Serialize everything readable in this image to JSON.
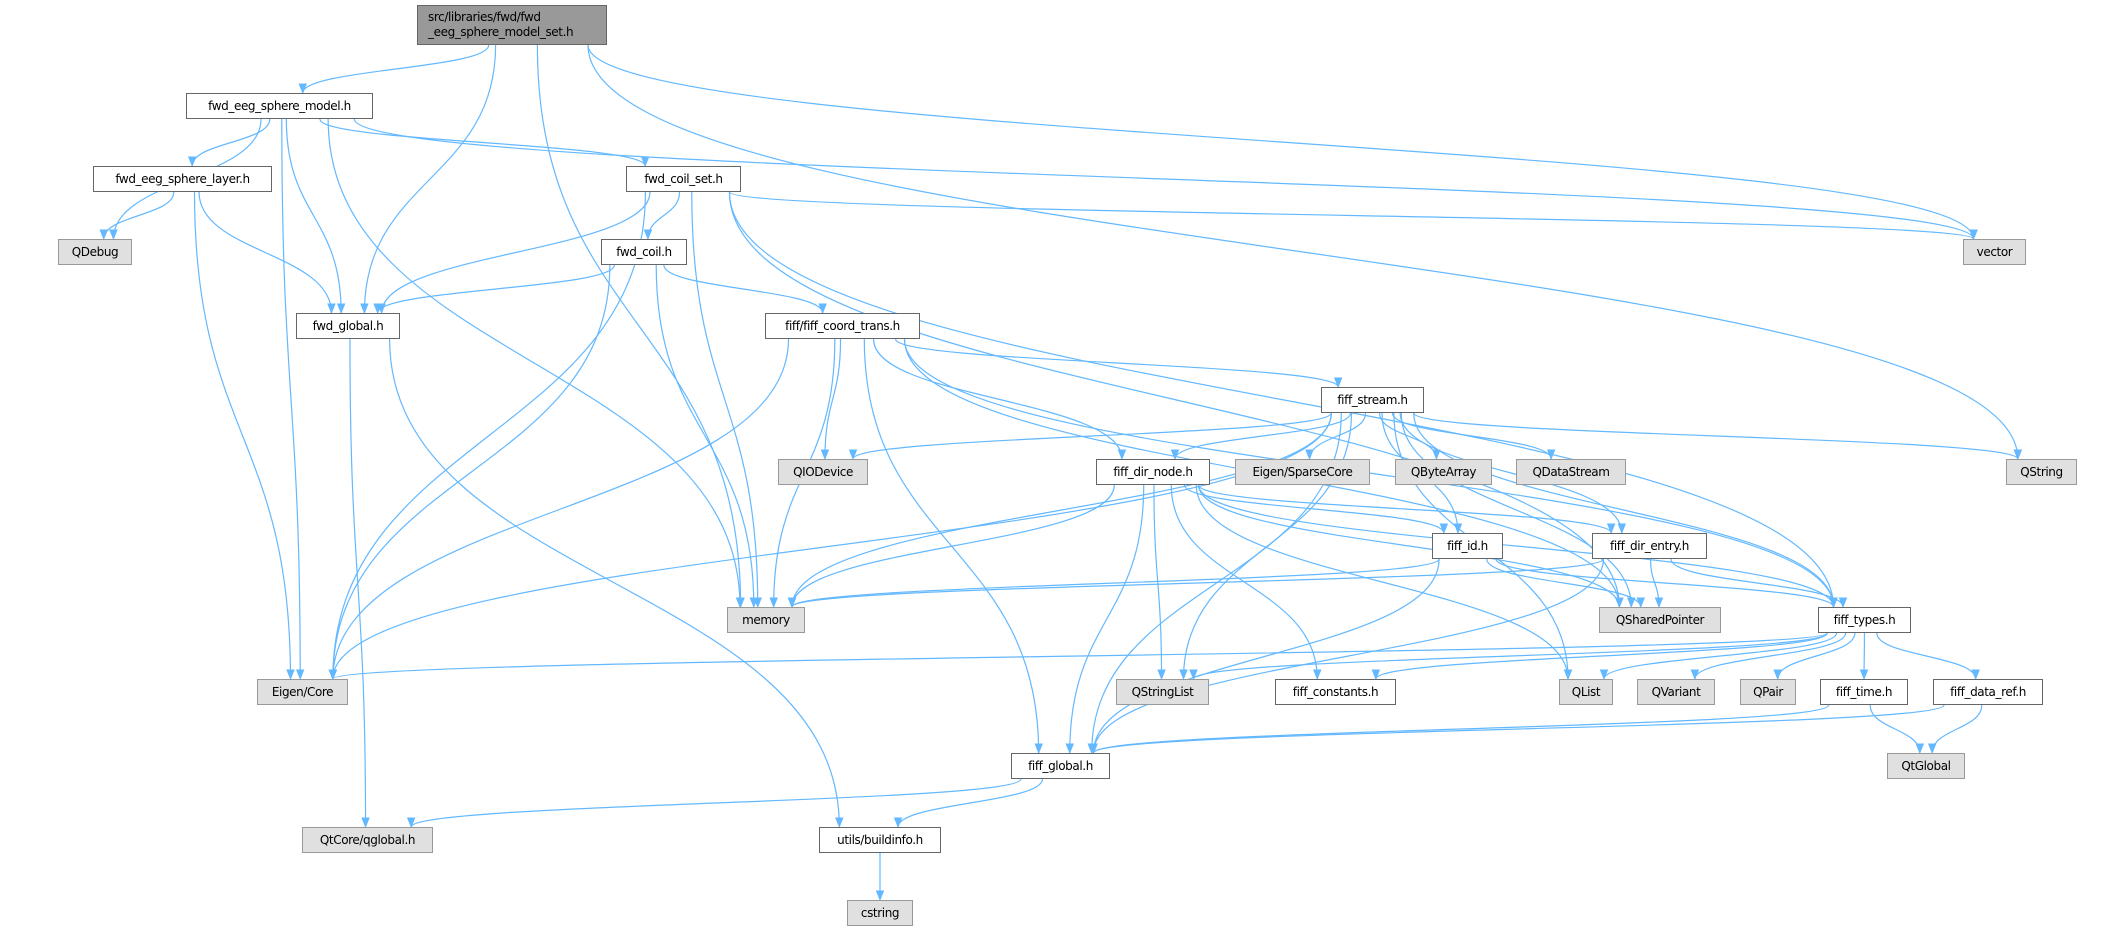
{
  "graph": {
    "edge_color": "#63b8ff",
    "nodes": {
      "root": {
        "label": "src/libraries/fwd/fwd\n_eeg_sphere_model_set.h",
        "kind": "root"
      },
      "model": {
        "label": "fwd_eeg_sphere_model.h",
        "kind": "file"
      },
      "layer": {
        "label": "fwd_eeg_sphere_layer.h",
        "kind": "file"
      },
      "coilset": {
        "label": "fwd_coil_set.h",
        "kind": "file"
      },
      "qdebug": {
        "label": "QDebug",
        "kind": "ext"
      },
      "coil": {
        "label": "fwd_coil.h",
        "kind": "file"
      },
      "fwdglobal": {
        "label": "fwd_global.h",
        "kind": "file"
      },
      "coordtrans": {
        "label": "fiff/fiff_coord_trans.h",
        "kind": "file"
      },
      "vector": {
        "label": "vector",
        "kind": "ext"
      },
      "stream": {
        "label": "fiff_stream.h",
        "kind": "file"
      },
      "qiodevice": {
        "label": "QIODevice",
        "kind": "ext"
      },
      "dirnode": {
        "label": "fiff_dir_node.h",
        "kind": "file"
      },
      "sparse": {
        "label": "Eigen/SparseCore",
        "kind": "ext"
      },
      "qbytearray": {
        "label": "QByteArray",
        "kind": "ext"
      },
      "qdatastream": {
        "label": "QDataStream",
        "kind": "ext"
      },
      "qstring": {
        "label": "QString",
        "kind": "ext"
      },
      "fiffid": {
        "label": "fiff_id.h",
        "kind": "file"
      },
      "direntry": {
        "label": "fiff_dir_entry.h",
        "kind": "file"
      },
      "memory": {
        "label": "memory",
        "kind": "ext"
      },
      "qshared": {
        "label": "QSharedPointer",
        "kind": "ext"
      },
      "types": {
        "label": "fiff_types.h",
        "kind": "file"
      },
      "eigencore": {
        "label": "Eigen/Core",
        "kind": "ext"
      },
      "qstringlist": {
        "label": "QStringList",
        "kind": "ext"
      },
      "constants": {
        "label": "fiff_constants.h",
        "kind": "file"
      },
      "qlist": {
        "label": "QList",
        "kind": "ext"
      },
      "qvariant": {
        "label": "QVariant",
        "kind": "ext"
      },
      "qpair": {
        "label": "QPair",
        "kind": "ext"
      },
      "ffftime": {
        "label": "fiff_time.h",
        "kind": "file"
      },
      "dataref": {
        "label": "fiff_data_ref.h",
        "kind": "file"
      },
      "fiffglobal": {
        "label": "fiff_global.h",
        "kind": "file"
      },
      "qtglobal": {
        "label": "QtGlobal",
        "kind": "ext"
      },
      "qglobal": {
        "label": "QtCore/qglobal.h",
        "kind": "ext"
      },
      "buildinfo": {
        "label": "utils/buildinfo.h",
        "kind": "file"
      },
      "cstring": {
        "label": "cstring",
        "kind": "ext"
      }
    },
    "edges": [
      [
        "root",
        "model"
      ],
      [
        "root",
        "fwdglobal"
      ],
      [
        "root",
        "memory"
      ],
      [
        "root",
        "vector"
      ],
      [
        "root",
        "qstring"
      ],
      [
        "model",
        "qdebug"
      ],
      [
        "model",
        "layer"
      ],
      [
        "model",
        "fwdglobal"
      ],
      [
        "model",
        "memory"
      ],
      [
        "model",
        "eigencore"
      ],
      [
        "model",
        "coilset"
      ],
      [
        "model",
        "vector"
      ],
      [
        "layer",
        "qdebug"
      ],
      [
        "layer",
        "fwdglobal"
      ],
      [
        "layer",
        "eigencore"
      ],
      [
        "coilset",
        "coil"
      ],
      [
        "coilset",
        "fwdglobal"
      ],
      [
        "coilset",
        "eigencore"
      ],
      [
        "coilset",
        "memory"
      ],
      [
        "coilset",
        "vector"
      ],
      [
        "coilset",
        "qshared"
      ],
      [
        "coilset",
        "types"
      ],
      [
        "coil",
        "fwdglobal"
      ],
      [
        "coil",
        "coordtrans"
      ],
      [
        "coil",
        "eigencore"
      ],
      [
        "coil",
        "memory"
      ],
      [
        "fwdglobal",
        "qglobal"
      ],
      [
        "fwdglobal",
        "buildinfo"
      ],
      [
        "coordtrans",
        "stream"
      ],
      [
        "coordtrans",
        "dirnode"
      ],
      [
        "coordtrans",
        "qiodevice"
      ],
      [
        "coordtrans",
        "memory"
      ],
      [
        "coordtrans",
        "eigencore"
      ],
      [
        "coordtrans",
        "fiffglobal"
      ],
      [
        "coordtrans",
        "qshared"
      ],
      [
        "coordtrans",
        "types"
      ],
      [
        "stream",
        "dirnode"
      ],
      [
        "stream",
        "sparse"
      ],
      [
        "stream",
        "qbytearray"
      ],
      [
        "stream",
        "qdatastream"
      ],
      [
        "stream",
        "qiodevice"
      ],
      [
        "stream",
        "qstring"
      ],
      [
        "stream",
        "memory"
      ],
      [
        "stream",
        "eigencore"
      ],
      [
        "stream",
        "fiffid"
      ],
      [
        "stream",
        "direntry"
      ],
      [
        "stream",
        "qshared"
      ],
      [
        "stream",
        "types"
      ],
      [
        "stream",
        "qstringlist"
      ],
      [
        "stream",
        "fiffglobal"
      ],
      [
        "stream",
        "qlist"
      ],
      [
        "dirnode",
        "fiffid"
      ],
      [
        "dirnode",
        "direntry"
      ],
      [
        "dirnode",
        "qshared"
      ],
      [
        "dirnode",
        "types"
      ],
      [
        "dirnode",
        "memory"
      ],
      [
        "dirnode",
        "qstringlist"
      ],
      [
        "dirnode",
        "constants"
      ],
      [
        "dirnode",
        "qlist"
      ],
      [
        "dirnode",
        "fiffglobal"
      ],
      [
        "fiffid",
        "memory"
      ],
      [
        "fiffid",
        "qshared"
      ],
      [
        "fiffid",
        "types"
      ],
      [
        "fiffid",
        "fiffglobal"
      ],
      [
        "direntry",
        "memory"
      ],
      [
        "direntry",
        "qshared"
      ],
      [
        "direntry",
        "types"
      ],
      [
        "direntry",
        "fiffglobal"
      ],
      [
        "types",
        "eigencore"
      ],
      [
        "types",
        "qstringlist"
      ],
      [
        "types",
        "constants"
      ],
      [
        "types",
        "qlist"
      ],
      [
        "types",
        "qvariant"
      ],
      [
        "types",
        "qpair"
      ],
      [
        "types",
        "ffftime"
      ],
      [
        "types",
        "dataref"
      ],
      [
        "ffftime",
        "fiffglobal"
      ],
      [
        "ffftime",
        "qtglobal"
      ],
      [
        "dataref",
        "fiffglobal"
      ],
      [
        "dataref",
        "qtglobal"
      ],
      [
        "fiffglobal",
        "qglobal"
      ],
      [
        "fiffglobal",
        "buildinfo"
      ],
      [
        "buildinfo",
        "cstring"
      ]
    ]
  }
}
